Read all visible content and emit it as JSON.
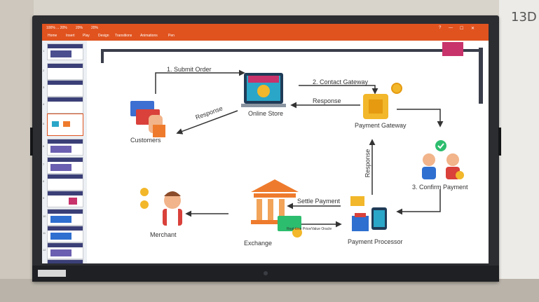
{
  "wall": {
    "marker_text": "13D"
  },
  "app": {
    "quick_access": [
      "100% ... 20%",
      "20%",
      "20%"
    ],
    "tabs": [
      "Home",
      "Insert",
      "Play",
      "Design",
      "Transitions",
      "Animations",
      "Pen"
    ],
    "window_controls": [
      "?",
      "—",
      "☐",
      "✕"
    ],
    "accent_color": "#e0531f"
  },
  "thumbnails": {
    "count": 13,
    "numbers": [
      "1",
      "2",
      "3",
      "4",
      "5",
      "6",
      "7",
      "8",
      "9",
      "10",
      "11",
      "12",
      "13"
    ]
  },
  "diagram": {
    "nodes": {
      "customers": "Customers",
      "online_store": "Online Store",
      "payment_gateway": "Payment Gateway",
      "confirm_payment": "3. Confirm Payment",
      "payment_processor": "Payment Processor",
      "exchange": "Exchange",
      "merchant": "Merchant"
    },
    "arrows": {
      "submit_order": "1. Submit Order",
      "contact_gateway": "2. Contact Gateway",
      "response_gateway_store": "Response",
      "response_store_customer": "Response",
      "response_processor_gateway": "Response",
      "settle_payment": "Settle Payment",
      "oracle": "Real-time Price/Value Oracle"
    },
    "colors": {
      "store": "#2aa6c8",
      "gateway_gold": "#f2b72a",
      "exchange_orange": "#ee7b2d",
      "exchange_green": "#2dbd6e",
      "card_red": "#d9413a",
      "dark_bar": "#3a3d4a",
      "pink_block": "#c8336b"
    }
  }
}
